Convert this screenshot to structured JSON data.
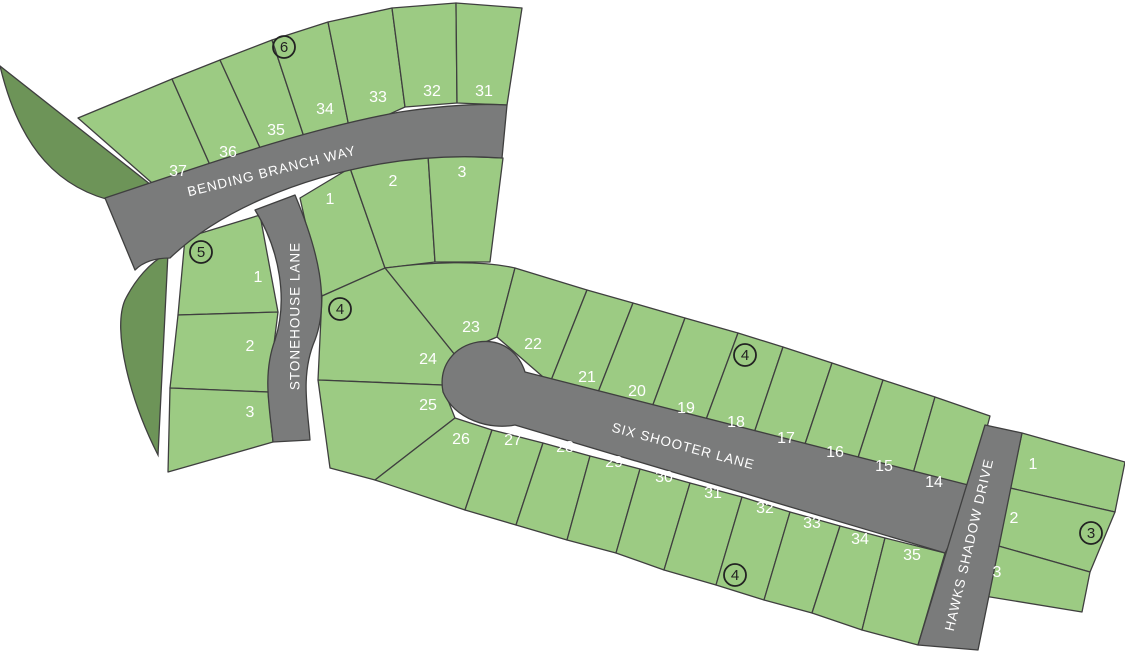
{
  "colors": {
    "lot": "#9ccb83",
    "open_space": "#6d9458",
    "road": "#7a7b7b",
    "outline": "#3f3f3f",
    "text": "#ffffff"
  },
  "streets": {
    "bending_branch_way": "BENDING BRANCH WAY",
    "stonehouse_lane": "STONEHOUSE LANE",
    "six_shooter_lane": "SIX SHOOTER LANE",
    "hawks_shadow_drive": "HAWKS SHADOW DRIVE"
  },
  "phases": {
    "north": "6",
    "west": "5",
    "center": "4",
    "north_row": "4",
    "south_row": "4",
    "east": "3"
  },
  "lots": {
    "north_row": [
      "37",
      "36",
      "35",
      "34",
      "33",
      "32",
      "31"
    ],
    "west_top": [
      "1",
      "2",
      "3"
    ],
    "west_side": [
      "1",
      "2",
      "3"
    ],
    "six_shooter_north": [
      "23",
      "22",
      "21",
      "20",
      "19",
      "18",
      "17",
      "16",
      "15",
      "14"
    ],
    "culdesac": [
      "24",
      "25"
    ],
    "six_shooter_south": [
      "26",
      "27",
      "28",
      "29",
      "30",
      "31",
      "32",
      "33",
      "34",
      "35"
    ],
    "east": [
      "1",
      "2",
      "3"
    ]
  }
}
